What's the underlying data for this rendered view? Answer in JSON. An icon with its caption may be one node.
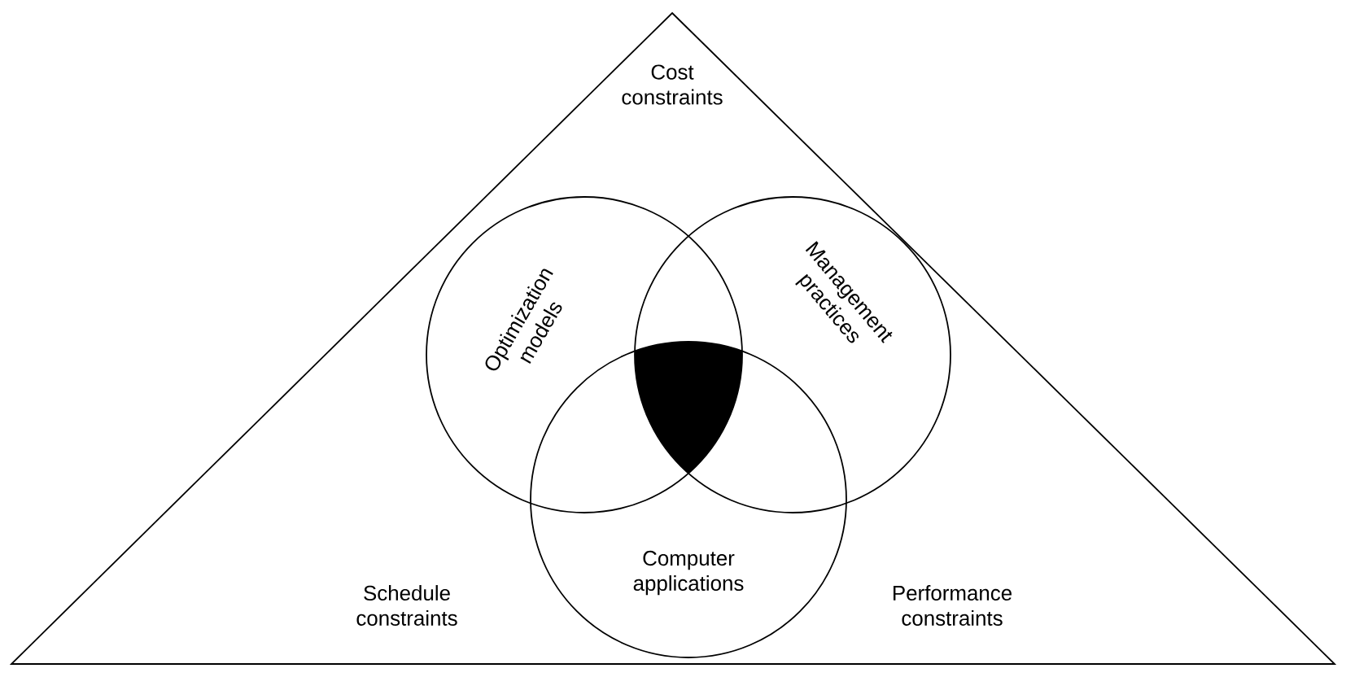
{
  "diagram": {
    "nodes": [
      {
        "text": [
          "Cost constraints",
          "Schedule constraints",
          "Performance constraints"
        ]
      },
      {
        "text": [
          "Optimization models"
        ],
        "in": 0
      },
      {
        "text": [
          "Management practices"
        ],
        "in": 0
      },
      {
        "text": [
          "Computer applications"
        ],
        "in": 0
      }
    ]
  }
}
